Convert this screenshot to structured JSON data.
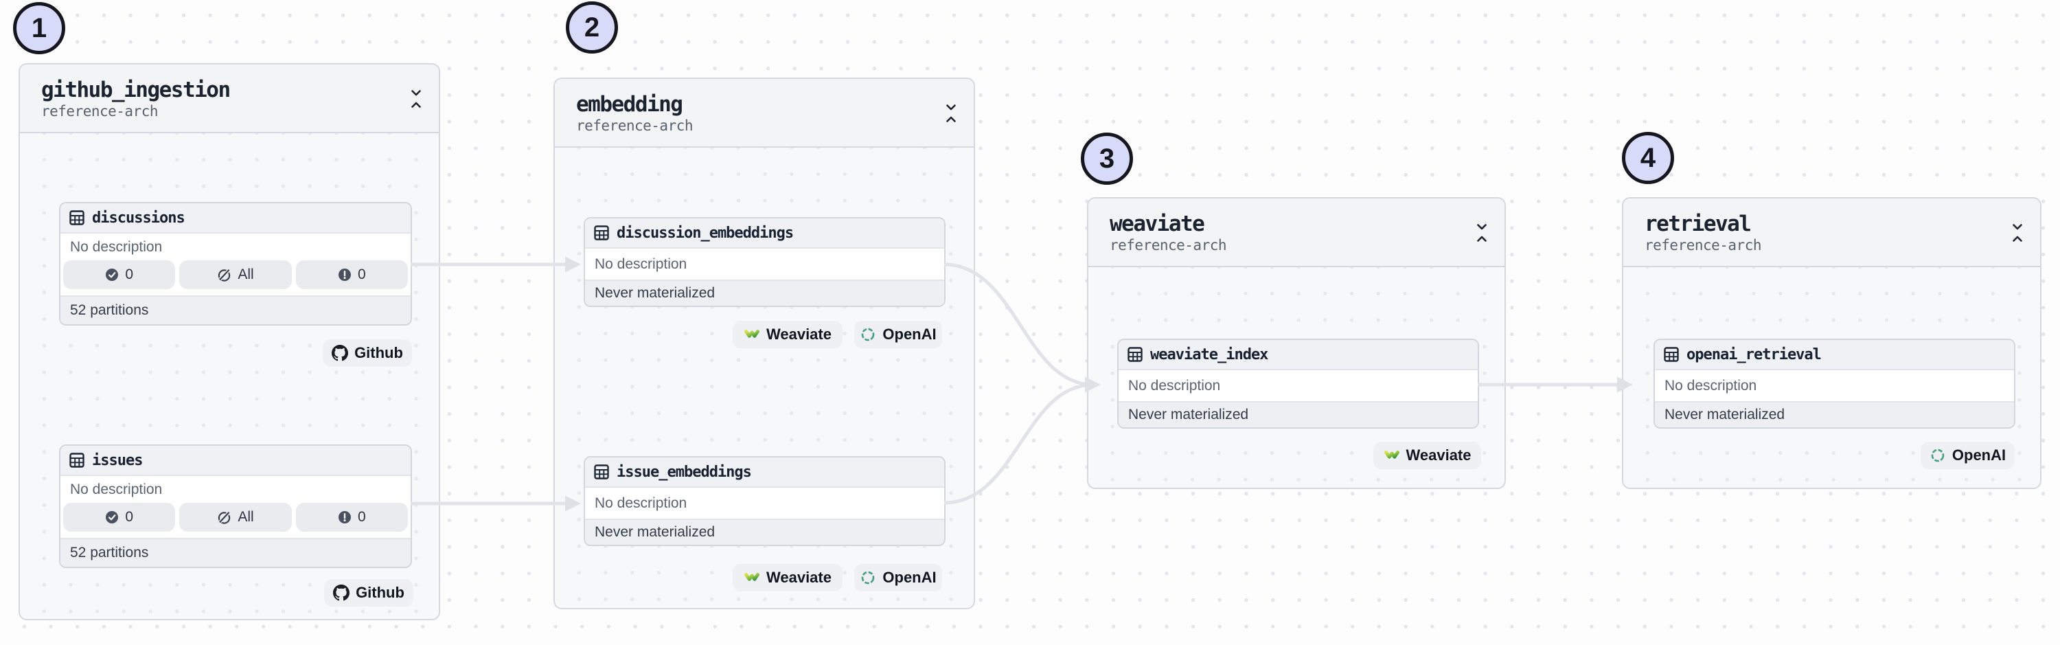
{
  "canvas": {
    "kind": "asset-lineage-graph"
  },
  "groups": [
    {
      "number": "1",
      "title": "github_ingestion",
      "subtitle": "reference-arch",
      "nodes": [
        {
          "name": "discussions",
          "description": "No description",
          "footer": "52 partitions",
          "badges": [
            {
              "icon": "check-circle-icon",
              "value": "0"
            },
            {
              "icon": "slash-circle-icon",
              "value": "All"
            },
            {
              "icon": "alert-circle-icon",
              "value": "0"
            }
          ]
        },
        {
          "name": "issues",
          "description": "No description",
          "footer": "52 partitions",
          "badges": [
            {
              "icon": "check-circle-icon",
              "value": "0"
            },
            {
              "icon": "slash-circle-icon",
              "value": "All"
            },
            {
              "icon": "alert-circle-icon",
              "value": "0"
            }
          ]
        }
      ],
      "tags": [
        {
          "label": "Github"
        },
        {
          "label": "Github"
        }
      ]
    },
    {
      "number": "2",
      "title": "embedding",
      "subtitle": "reference-arch",
      "nodes": [
        {
          "name": "discussion_embeddings",
          "description": "No description",
          "footer": "Never materialized"
        },
        {
          "name": "issue_embeddings",
          "description": "No description",
          "footer": "Never materialized"
        }
      ],
      "tags": [
        {
          "label": "Weaviate"
        },
        {
          "label": "OpenAI"
        },
        {
          "label": "Weaviate"
        },
        {
          "label": "OpenAI"
        }
      ]
    },
    {
      "number": "3",
      "title": "weaviate",
      "subtitle": "reference-arch",
      "nodes": [
        {
          "name": "weaviate_index",
          "description": "No description",
          "footer": "Never materialized"
        }
      ],
      "tags": [
        {
          "label": "Weaviate"
        }
      ]
    },
    {
      "number": "4",
      "title": "retrieval",
      "subtitle": "reference-arch",
      "nodes": [
        {
          "name": "openai_retrieval",
          "description": "No description",
          "footer": "Never materialized"
        }
      ],
      "tags": [
        {
          "label": "OpenAI"
        }
      ]
    }
  ],
  "colors": {
    "number_badge_fill": "#d8dafa",
    "number_badge_border": "#16161f",
    "edge": "#e2e3e8",
    "group_border": "#d5d8de",
    "node_border": "#d3d6dc",
    "title_text": "#1b2330",
    "muted_text": "#59616e",
    "openai_green": "#47a07d",
    "weaviate_green_dark": "#2f8f3f",
    "weaviate_yellow": "#dce24f"
  }
}
